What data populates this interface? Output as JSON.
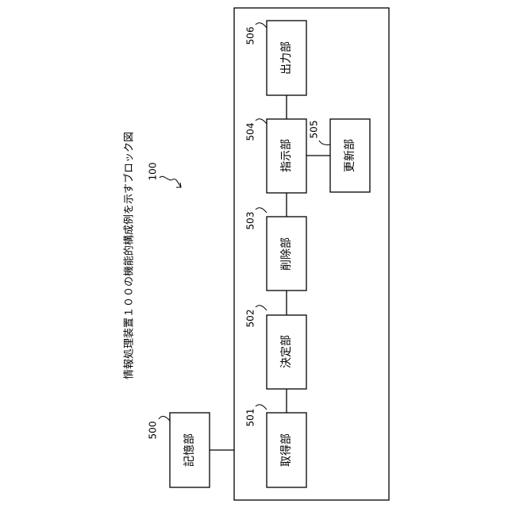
{
  "caption": "情報処理装置１００の機能的構成例を示すブロック図",
  "system_ref": "100",
  "storage": {
    "ref": "500",
    "label": "記憶部"
  },
  "blocks": [
    {
      "ref": "501",
      "label": "取得部"
    },
    {
      "ref": "502",
      "label": "決定部"
    },
    {
      "ref": "503",
      "label": "削除部"
    },
    {
      "ref": "504",
      "label": "指示部"
    },
    {
      "ref": "505",
      "label": "更新部"
    },
    {
      "ref": "506",
      "label": "出力部"
    }
  ]
}
